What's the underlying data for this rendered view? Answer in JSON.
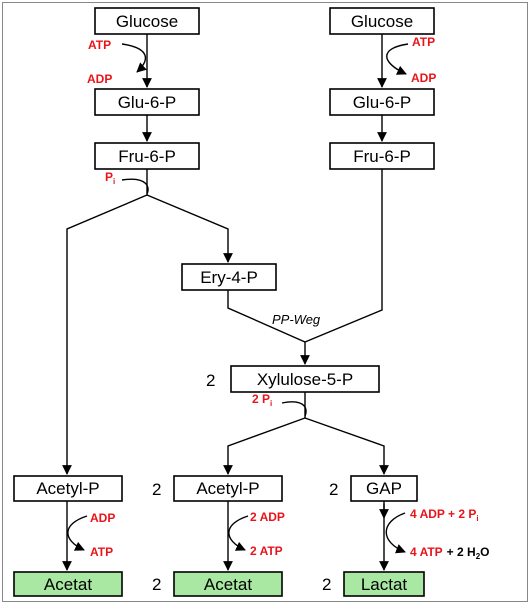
{
  "diagram": {
    "left_glucose": "Glucose",
    "right_glucose": "Glucose",
    "left_g6p": "Glu-6-P",
    "right_g6p": "Glu-6-P",
    "left_f6p": "Fru-6-P",
    "right_f6p": "Fru-6-P",
    "ery4p": "Ery-4-P",
    "pp_weg": "PP-Weg",
    "xylulose_coef": "2",
    "xylulose": "Xylulose-5-P",
    "acetylp_left": "Acetyl-P",
    "acetylp_mid_coef": "2",
    "acetylp_mid": "Acetyl-P",
    "gap_coef": "2",
    "gap": "GAP",
    "acetat_left": "Acetat",
    "acetat_mid_coef": "2",
    "acetat_mid": "Acetat",
    "lactat_coef": "2",
    "lactat": "Lactat",
    "atp_left_in": "ATP",
    "adp_left_out": "ADP",
    "atp_right_in": "ATP",
    "adp_right_out": "ADP",
    "pi_label": "P",
    "pi_sub": "i",
    "two_pi_label": "2 P",
    "two_pi_sub": "i",
    "adp_acetyl_left": "ADP",
    "atp_acetyl_left": "ATP",
    "adp_acetyl_mid": "2 ADP",
    "atp_acetyl_mid": "2 ATP",
    "gap_in_a": "4 ADP + 2 P",
    "gap_in_sub": "i",
    "gap_out_a": "4 ATP",
    "gap_out_b": "+ 2 H",
    "gap_out_sub": "2",
    "gap_out_c": "O"
  },
  "colors": {
    "cofactor_red": "#e8141b",
    "product_green": "#a9e8a3",
    "border": "#000000"
  }
}
